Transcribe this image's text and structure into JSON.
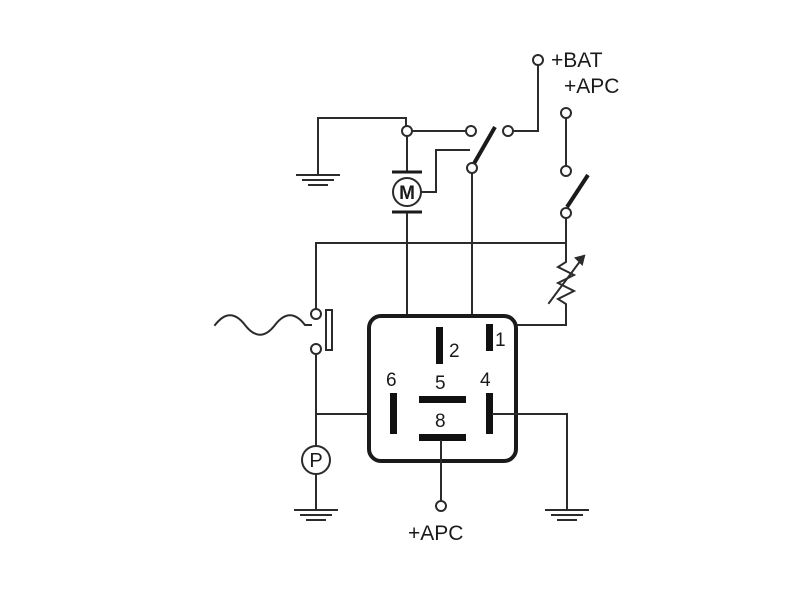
{
  "labels": {
    "bat_top": "+BAT",
    "apc_top": "+APC",
    "apc_bottom": "+APC"
  },
  "relay_pins": {
    "pin1": "1",
    "pin2": "2",
    "pin4": "4",
    "pin5": "5",
    "pin6": "6",
    "pin8": "8"
  },
  "symbols": {
    "motor": "M",
    "pump": "P"
  },
  "colors": {
    "line": "#2b2b2b",
    "background": "#ffffff"
  }
}
